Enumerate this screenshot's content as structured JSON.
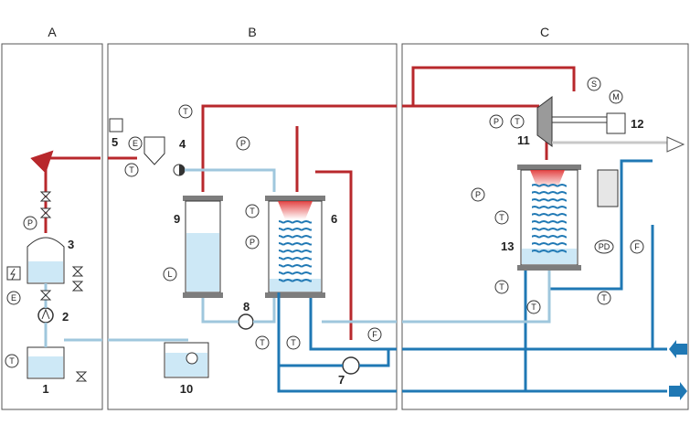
{
  "sections": [
    {
      "label": "A"
    },
    {
      "label": "B"
    },
    {
      "label": "C"
    }
  ],
  "components": {
    "c1": "1",
    "c2": "2",
    "c3": "3",
    "c4": "4",
    "c5": "5",
    "c6": "6",
    "c7": "7",
    "c8": "8",
    "c9": "9",
    "c10": "10",
    "c11": "11",
    "c12": "12",
    "c13": "13"
  },
  "instruments": {
    "T": "T",
    "P": "P",
    "E": "E",
    "L": "L",
    "F": "F",
    "S": "S",
    "M": "M",
    "PD": "PD"
  },
  "colors": {
    "steam": "#b8282c",
    "cooling_water": "#1f78b4",
    "condensate": "#9fc7dd",
    "water_fill": "#cde8f6",
    "vessel_flange": "#7d7d7d",
    "frame": "#555555",
    "hot_glow": "#e03030"
  }
}
